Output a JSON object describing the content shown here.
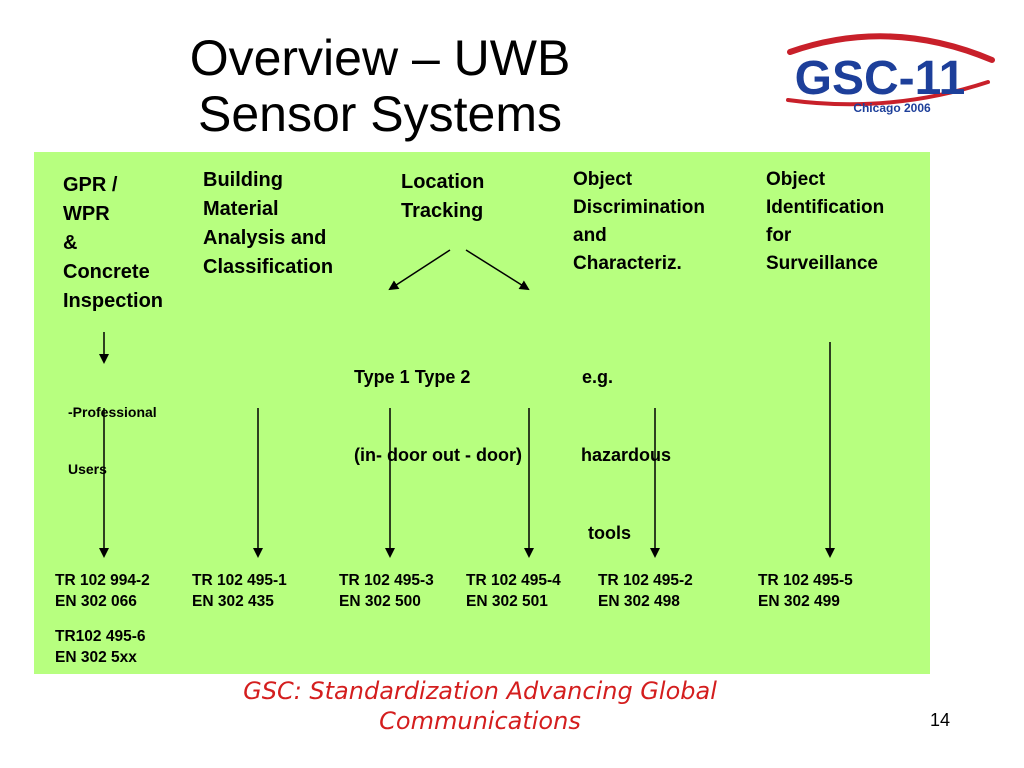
{
  "title": {
    "line1": "Overview – UWB",
    "line2": "Sensor Systems"
  },
  "logo": {
    "text": "GSC-11",
    "subtext": "Chicago 2006"
  },
  "columns": [
    {
      "header_lines": [
        "GPR /",
        "WPR",
        "&",
        "Concrete",
        "Inspection"
      ]
    },
    {
      "header_lines": [
        "Building",
        "Material",
        "Analysis and",
        "Classification"
      ]
    },
    {
      "header_lines": [
        "Location",
        "Tracking"
      ]
    },
    {
      "header_lines": [
        "Object",
        "Discrimination",
        "and",
        "Characteriz."
      ]
    },
    {
      "header_lines": [
        "Object",
        "Identification",
        "for",
        "Surveillance"
      ]
    }
  ],
  "location_types": {
    "line1": "Type 1        Type 2",
    "line2": "(in- door   out - door)"
  },
  "example_note": {
    "line1": "e.g.",
    "line2": "hazardous",
    "line3": "tools"
  },
  "professional_users": {
    "line1": "-Professional",
    "line2": "  Users"
  },
  "standards": [
    [
      "TR 102 994-2",
      "EN 302 066"
    ],
    [
      "TR 102 495-1",
      "EN 302 435"
    ],
    [
      "TR 102 495-3",
      "EN 302 500"
    ],
    [
      "TR 102 495-4",
      "EN 302 501"
    ],
    [
      "TR 102 495-2",
      "EN 302 498"
    ],
    [
      "TR 102 495-5",
      "EN 302 499"
    ]
  ],
  "extra_standard": [
    "TR102 495-6",
    "EN 302 5xx"
  ],
  "footer": {
    "line1": "GSC: Standardization Advancing Global",
    "line2": "Communications"
  },
  "page_number": "14",
  "colors": {
    "panel": "#b7ff7f",
    "footer_text": "#d41e1e",
    "logo_blue": "#1d3f9a",
    "logo_red": "#c8202a"
  }
}
